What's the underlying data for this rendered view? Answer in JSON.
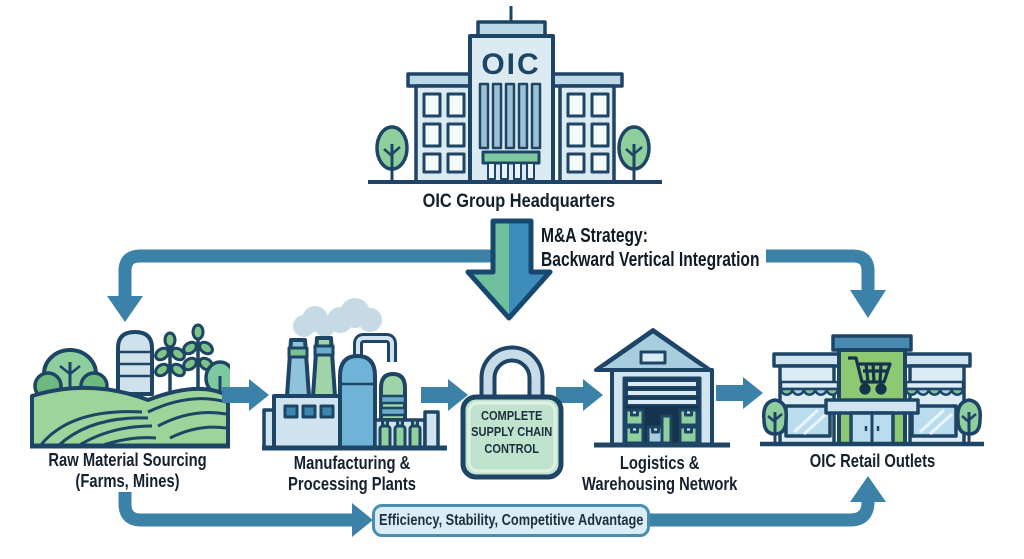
{
  "diagram": {
    "title_implicit": "OIC Group backward vertical integration supply chain",
    "headquarters": {
      "building_sign": "OIC",
      "label": "OIC Group Headquarters"
    },
    "strategy": {
      "label": "M&A Strategy:\nBackward Vertical Integration"
    },
    "chain": [
      {
        "id": "raw-materials",
        "icon": "farm-icon",
        "label": "Raw Material Sourcing\n(Farms, Mines)"
      },
      {
        "id": "manufacturing",
        "icon": "factory-icon",
        "label": "Manufacturing &\nProcessing Plants"
      },
      {
        "id": "control",
        "icon": "padlock-icon",
        "label": "COMPLETE\nSUPPLY CHAIN\nCONTROL"
      },
      {
        "id": "logistics",
        "icon": "warehouse-icon",
        "label": "Logistics &\nWarehousing Network"
      },
      {
        "id": "retail",
        "icon": "store-icon",
        "label": "OIC Retail Outlets"
      }
    ],
    "outcome": {
      "label": "Efficiency, Stability, Competitive Advantage"
    },
    "colors": {
      "connector_blue": "#3c82a8",
      "outline_navy": "#1e4466",
      "big_arrow_green": "#6fc09c",
      "big_arrow_blue": "#3e8cba",
      "big_arrow_outline": "#174970",
      "light_blue_fill": "#cfe4ee",
      "green_fill": "#8fce9d",
      "lock_body_green": "#bfe3cc",
      "outcome_box_fill": "#daedf6",
      "outcome_box_border": "#4a8fae"
    }
  }
}
